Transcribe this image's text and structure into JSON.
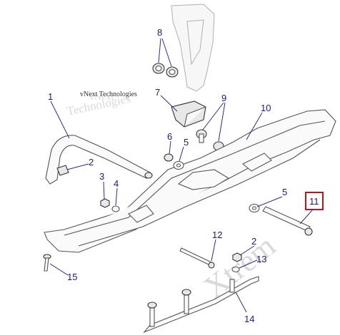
{
  "diagram": {
    "callouts": {
      "c1": "1",
      "c2": "2",
      "c2b": "2",
      "c3": "3",
      "c4": "4",
      "c5": "5",
      "c5b": "5",
      "c6": "6",
      "c7": "7",
      "c8": "8",
      "c9": "9",
      "c10": "10",
      "c11": "11",
      "c12": "12",
      "c13": "13",
      "c14": "14",
      "c15": "15"
    },
    "highlighted_callout": "11",
    "watermark": {
      "line1": "vNext",
      "line2": "vNext Technologies",
      "line3": "Technologies",
      "side": "Xtrem"
    },
    "colors": {
      "callout": "#1a1a80",
      "highlight": "#c0121a"
    }
  }
}
